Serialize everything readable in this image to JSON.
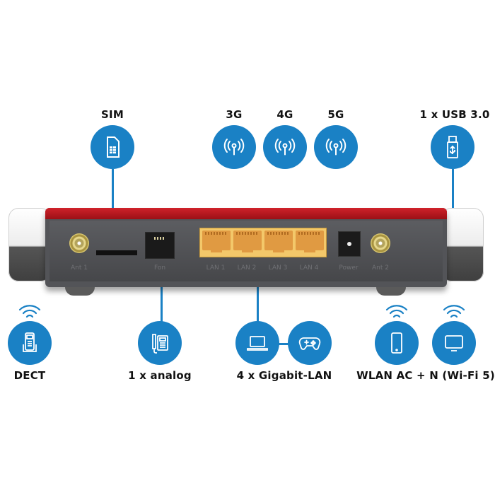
{
  "top_features": [
    {
      "label": "SIM",
      "icon": "sim-card-icon"
    },
    {
      "label": "3G",
      "icon": "antenna-signal-icon"
    },
    {
      "label": "4G",
      "icon": "antenna-signal-icon"
    },
    {
      "label": "5G",
      "icon": "antenna-signal-icon"
    },
    {
      "label": "1 x USB 3.0",
      "icon": "usb-stick-icon"
    }
  ],
  "bottom_features": [
    {
      "label": "DECT",
      "icon": "dect-handset-icon"
    },
    {
      "label": "1 x analog",
      "icon": "desk-phone-icon"
    },
    {
      "label": "4 x Gigabit-LAN",
      "icons": [
        "laptop-icon",
        "gamepad-icon"
      ]
    },
    {
      "label": "WLAN AC + N (Wi-Fi 5)",
      "icons": [
        "smartphone-icon",
        "monitor-icon"
      ]
    }
  ],
  "router": {
    "ports": {
      "ant1": "Ant 1",
      "fon": "Fon",
      "lan1": "LAN 1",
      "lan2": "LAN 2",
      "lan3": "LAN 3",
      "lan4": "LAN 4",
      "power": "Power",
      "ant2": "Ant 2"
    }
  },
  "colors": {
    "accent_blue": "#1a81c5",
    "router_red": "#c41e24",
    "router_gray": "#535458",
    "lan_yellow": "#f3c86a"
  }
}
